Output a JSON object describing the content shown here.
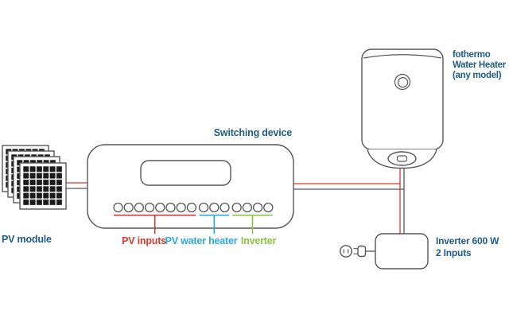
{
  "diagram": {
    "pv_module": {
      "label": "PV module",
      "panel_count": 4,
      "cells_per_panel": "6x6"
    },
    "switching_device": {
      "label": "Switching device",
      "terminal_groups": [
        {
          "id": "pv-inputs",
          "label": "PV inputs",
          "count": 8,
          "color": "#d63a2e"
        },
        {
          "id": "pv-water-heater",
          "label": "PV water heater",
          "count": 3,
          "color": "#2aa9e0"
        },
        {
          "id": "inverter",
          "label": "Inverter",
          "count": 4,
          "color": "#8ac43e"
        }
      ]
    },
    "water_heater": {
      "label_lines": [
        "fothermo",
        "Water Heater",
        "(any model)"
      ]
    },
    "inverter": {
      "label_lines": [
        "Inverter 600 W",
        "2 Inputs"
      ]
    },
    "colors": {
      "outline_gray": "#55575a",
      "wire_positive_red": "#d63a2e",
      "wire_negative_gray": "#55575a",
      "label_dark_blue": "#1e5c85",
      "accent_red": "#d63a2e",
      "accent_blue": "#2aa9e0",
      "accent_green": "#8ac43e"
    }
  }
}
